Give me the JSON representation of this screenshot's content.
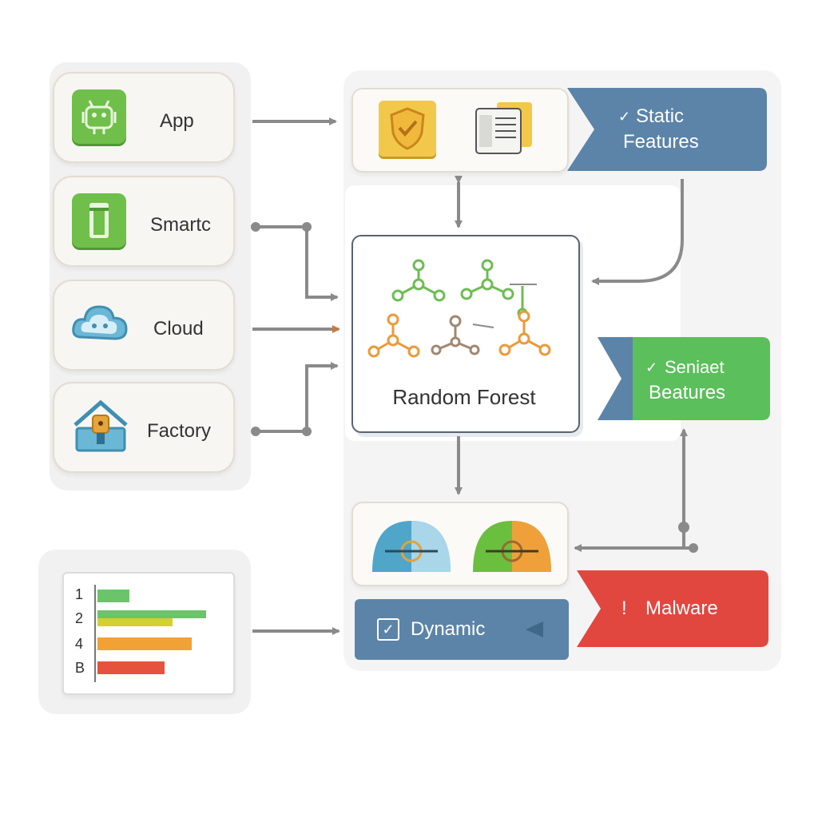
{
  "inputs": {
    "app": "App",
    "smartc": "Smartc",
    "cloud": "Cloud",
    "factory": "Factory"
  },
  "center": {
    "title": "Random Forest"
  },
  "static_features": {
    "line1": "Static",
    "line2": "Features"
  },
  "seniaet_features": {
    "line1": "Seniaet",
    "line2": "Beatures"
  },
  "dynamic": {
    "label": "Dynamic"
  },
  "malware": {
    "label": "Malware"
  },
  "ranking": {
    "labels": [
      "1",
      "2",
      "4",
      "B"
    ]
  },
  "colors": {
    "static_blue": "#5b84a8",
    "seniaet_green": "#5bbf5b",
    "malware_red": "#e2473f",
    "dynamic_blue": "#5b84a8",
    "arrow_gray": "#8a8a8a"
  }
}
